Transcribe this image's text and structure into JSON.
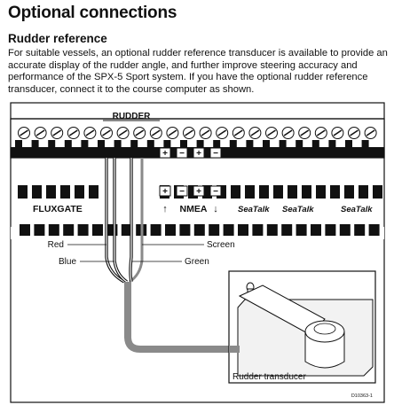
{
  "heading": "Optional connections",
  "section": {
    "title": "Rudder reference",
    "paragraph": "For suitable vessels, an optional rudder reference transducer is available to provide an accurate display of the rudder angle, and further improve steering accuracy and performance of the SPX-5 Sport system. If you have the optional rudder reference transducer, connect it to the course computer as shown."
  },
  "diagram": {
    "top_block_label": "RUDDER",
    "polarity_plus": "+",
    "polarity_minus": "−",
    "fluxgate_label": "FLUXGATE",
    "nmea_label": "NMEA",
    "nmea_in_arrow": "↑",
    "nmea_out_arrow": "↓",
    "seatalk_label": "SeaTalk",
    "wires": {
      "red": "Red",
      "blue": "Blue",
      "screen": "Screen",
      "green": "Green"
    },
    "transducer_caption": "Rudder transducer",
    "figure_code": "D10363-1",
    "colors": {
      "ink": "#111111",
      "cable": "#8a8a8a",
      "panel": "#f2f2f2"
    }
  }
}
